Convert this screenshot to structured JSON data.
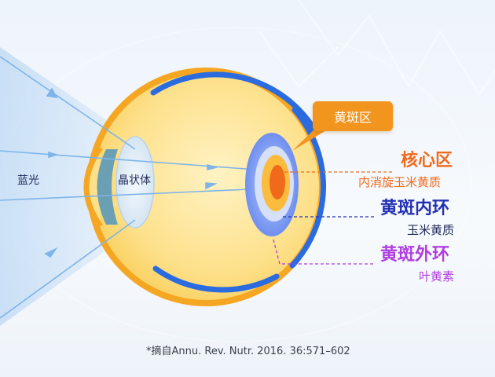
{
  "labels": {
    "blue_light": "蓝光",
    "lens": "晶状体",
    "macula_callout": "黄斑区"
  },
  "zones": {
    "core": {
      "title": "核心区",
      "pigment": "内消旋玉米黄质",
      "color": "#f06a1c"
    },
    "inner_ring": {
      "title": "黄斑内环",
      "pigment": "玉米黄质",
      "color": "#2430b4"
    },
    "outer_ring": {
      "title": "黄斑外环",
      "pigment": "叶黄素",
      "color": "#b13ee0"
    }
  },
  "citation": "*摘自Annu. Rev. Nutr. 2016. 36:571–602",
  "colors": {
    "eye_body": "#fbd56a",
    "eye_rim": "#f5a623",
    "retina_band": "#2b6be0",
    "light_ray": "#7db4ea",
    "callout": "#f2951f"
  }
}
